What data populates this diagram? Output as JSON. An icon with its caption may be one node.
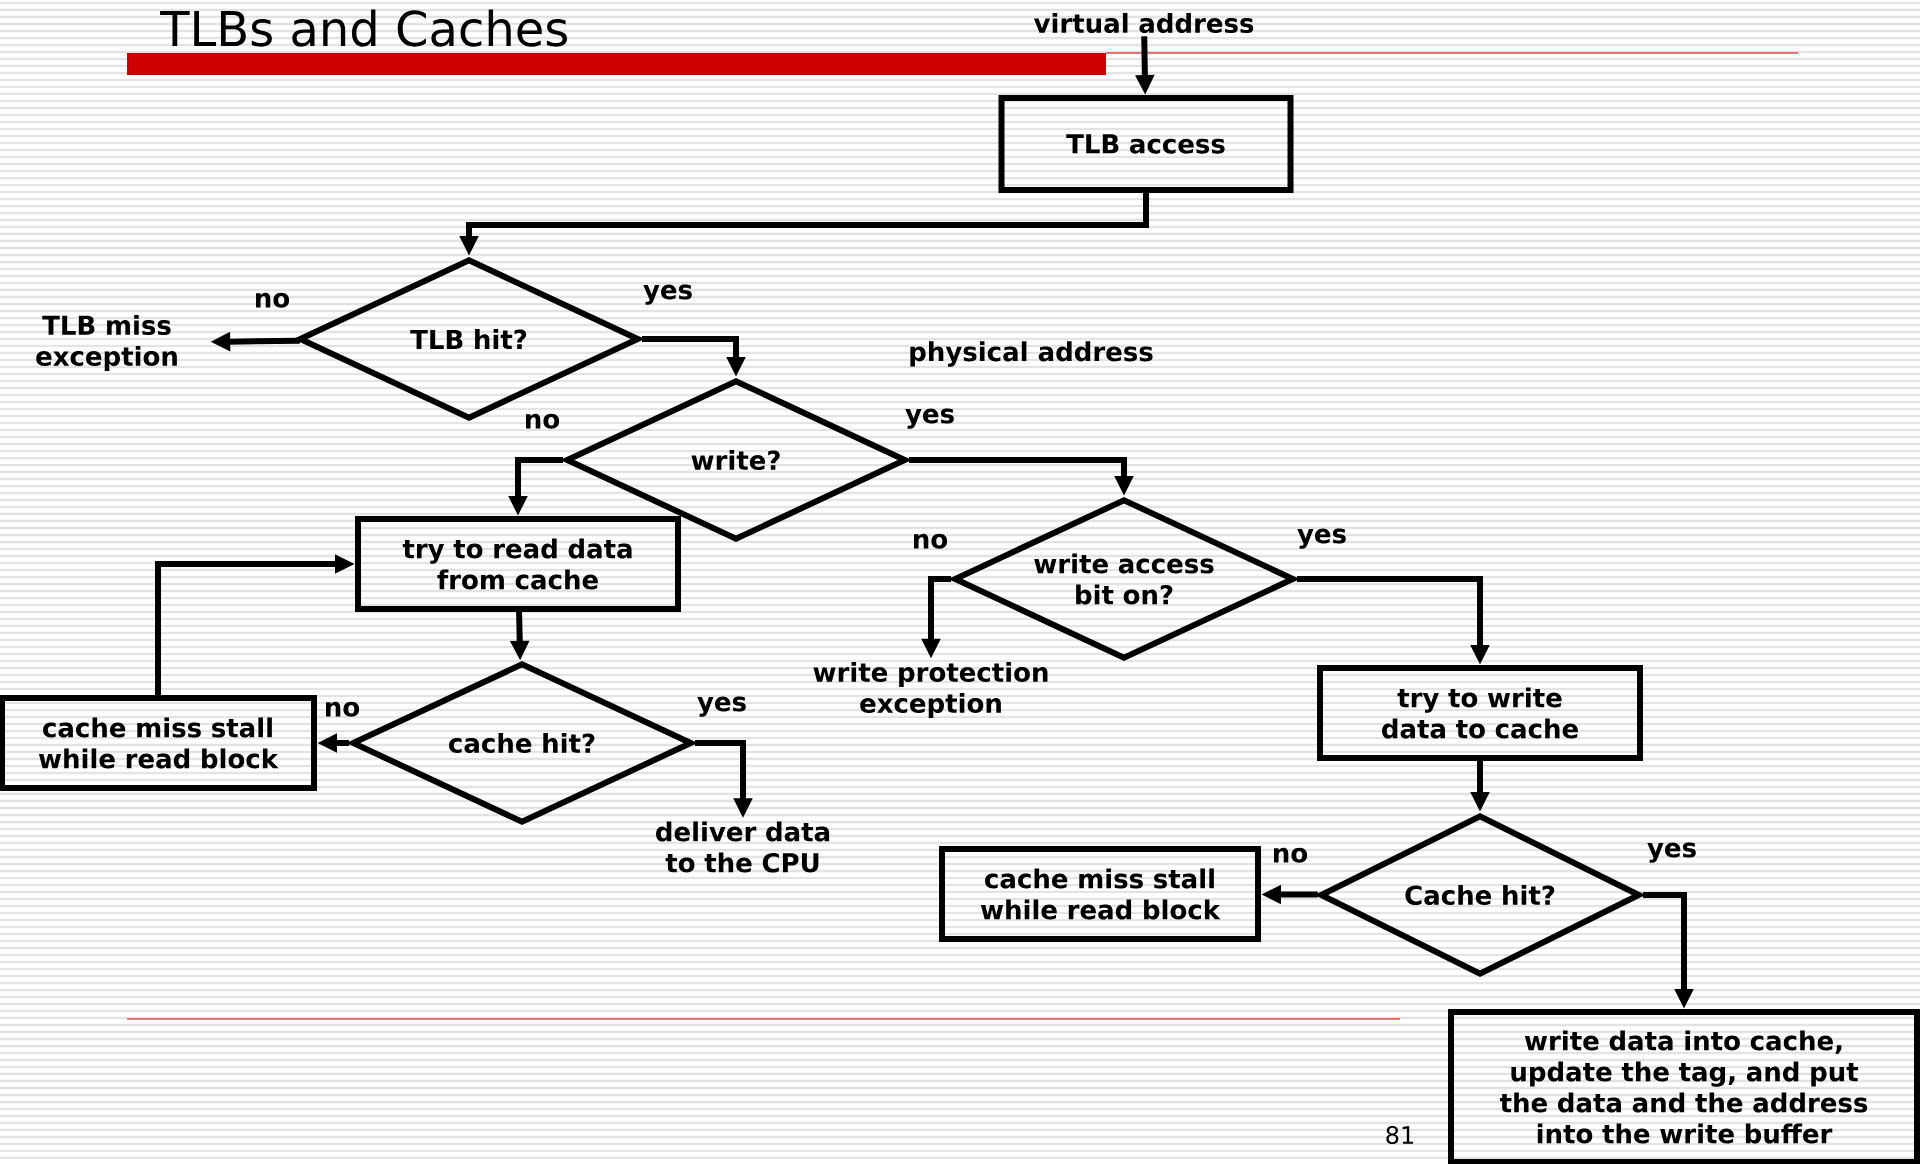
{
  "diagram": {
    "title": "TLBs and Caches",
    "nodes": [
      {
        "text": [
          "virtual address"
        ]
      },
      {
        "text": [
          "TLB access"
        ]
      },
      {
        "text": [
          "TLB hit?"
        ]
      },
      {
        "text": [
          "TLB miss exception"
        ]
      },
      {
        "text": [
          "write?"
        ]
      },
      {
        "text": [
          "try to read data from cache"
        ]
      },
      {
        "text": [
          "write access bit on?"
        ]
      },
      {
        "text": [
          "write protection exception"
        ]
      },
      {
        "text": [
          "cache hit?"
        ]
      },
      {
        "text": [
          "cache miss stall while read block"
        ]
      },
      {
        "text": [
          "deliver data to the CPU"
        ]
      },
      {
        "text": [
          "try to write data to cache"
        ]
      },
      {
        "text": [
          "Cache hit?"
        ]
      },
      {
        "text": [
          "cache miss stall while read block"
        ]
      },
      {
        "text": [
          "write data into cache, update the tag, and put the data and the address into the write buffer"
        ]
      }
    ],
    "edges": [
      {
        "from": 0,
        "to": 1,
        "arrow": "to"
      },
      {
        "from": 1,
        "to": 2,
        "arrow": "to"
      },
      {
        "from": 2,
        "to": 3,
        "arrow": "to",
        "label": "no"
      },
      {
        "from": 2,
        "to": 4,
        "arrow": "to",
        "label": "yes"
      },
      {
        "from": 4,
        "to": 5,
        "arrow": "to",
        "label": "no"
      },
      {
        "from": 4,
        "to": 6,
        "arrow": "to",
        "label": "yes"
      },
      {
        "from": 6,
        "to": 7,
        "arrow": "to",
        "label": "no"
      },
      {
        "from": 6,
        "to": 11,
        "arrow": "to",
        "label": "yes"
      },
      {
        "from": 5,
        "to": 8,
        "arrow": "to"
      },
      {
        "from": 8,
        "to": 9,
        "arrow": "to",
        "label": "no"
      },
      {
        "from": 8,
        "to": 10,
        "arrow": "to",
        "label": "yes"
      },
      {
        "from": 9,
        "to": 5,
        "arrow": "to"
      },
      {
        "from": 11,
        "to": 12,
        "arrow": "to"
      },
      {
        "from": 12,
        "to": 13,
        "arrow": "to",
        "label": "no"
      },
      {
        "from": 12,
        "to": 14,
        "arrow": "to",
        "label": "yes"
      }
    ],
    "labels": [
      "physical address",
      "81"
    ]
  }
}
